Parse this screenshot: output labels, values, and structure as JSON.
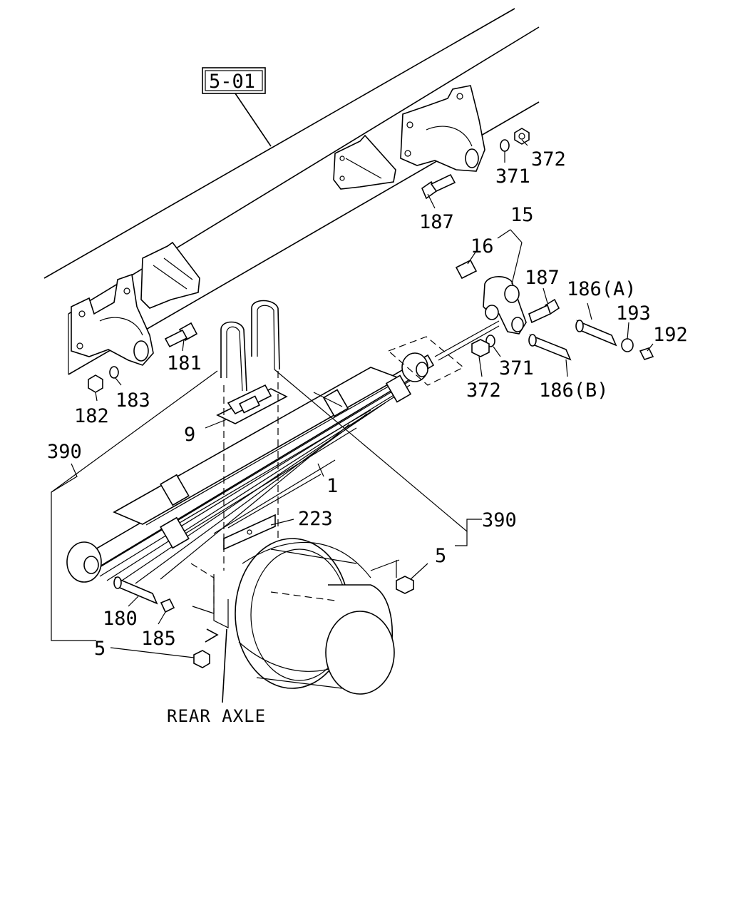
{
  "section_ref": "5-01",
  "callouts": {
    "c372_top": "372",
    "c371_top": "371",
    "c187_top": "187",
    "c15": "15",
    "c16": "16",
    "c187_mid": "187",
    "c186a": "186(A)",
    "c193": "193",
    "c192": "192",
    "c181": "181",
    "c183": "183",
    "c182": "182",
    "c371_mid": "371",
    "c372_mid": "372",
    "c186b": "186(B)",
    "c9": "9",
    "c390_left": "390",
    "c1": "1",
    "c223": "223",
    "c390_right": "390",
    "c5_right": "5",
    "c180": "180",
    "c185": "185",
    "c5_left": "5"
  },
  "rear_axle_label": "REAR AXLE"
}
